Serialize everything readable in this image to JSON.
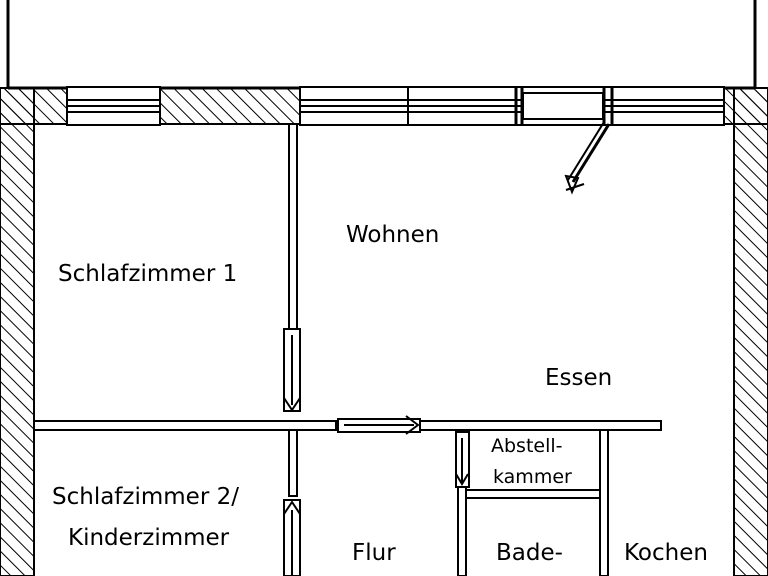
{
  "rooms": {
    "schlafzimmer1": "Schlafzimmer 1",
    "wohnen": "Wohnen",
    "essen": "Essen",
    "abstellkammer_line1": "Abstell-",
    "abstellkammer_line2": "kammer",
    "schlafzimmer2_line1": "Schlafzimmer 2/",
    "schlafzimmer2_line2": "Kinderzimmer",
    "flur": "Flur",
    "bad_line1": "Bade-",
    "kochen": "Kochen"
  },
  "colors": {
    "line": "#000000",
    "background": "#ffffff",
    "window_frame": "#ffffff"
  }
}
